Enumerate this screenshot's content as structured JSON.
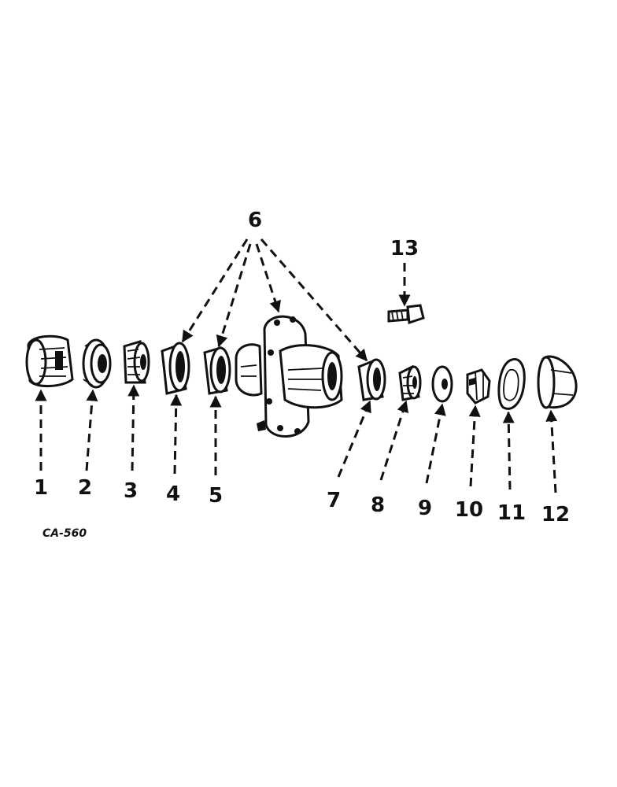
{
  "figure_code": "CA-560",
  "callouts": [
    "1",
    "2",
    "3",
    "4",
    "5",
    "6",
    "7",
    "8",
    "9",
    "10",
    "11",
    "12",
    "13"
  ],
  "parts_icons": [
    "bearing-shield",
    "seal",
    "bearing-cone",
    "bearing-cup",
    "bearing-cup",
    "hub",
    "bearing-cup",
    "bearing-cone",
    "washer",
    "nut",
    "gasket",
    "hub-cap",
    "bolt"
  ]
}
